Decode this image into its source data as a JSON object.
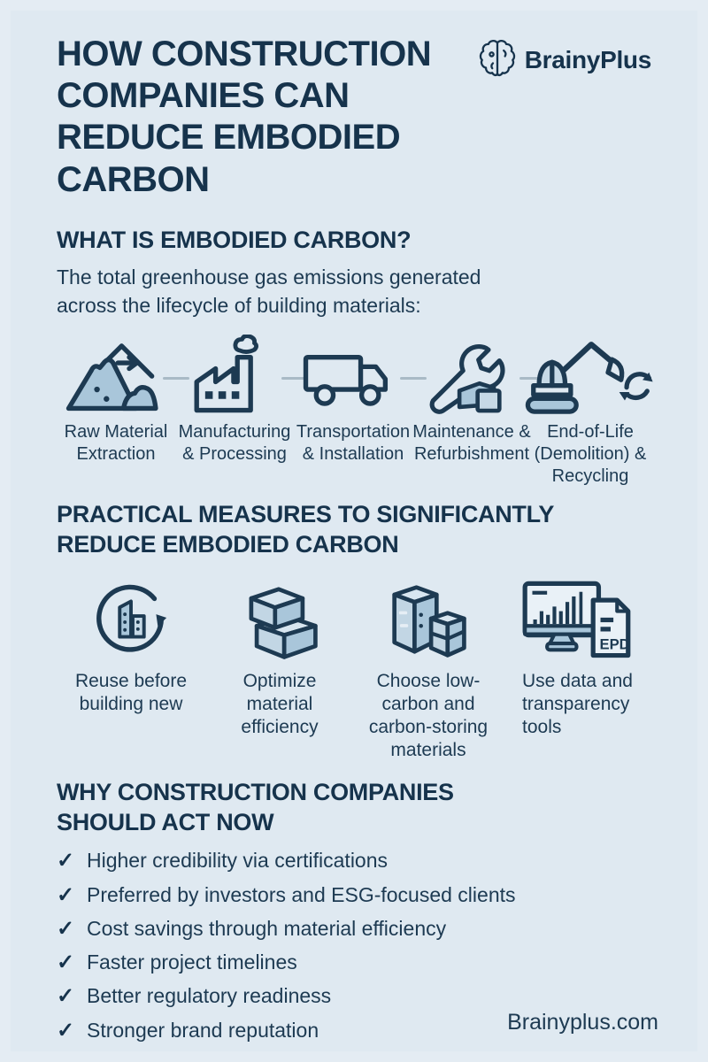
{
  "theme": {
    "background": "#dfe9f1",
    "navy": "#16334c",
    "icon_fill": "#a9c6da",
    "icon_fill_light": "#c6d9e6",
    "connector": "#a9bac6"
  },
  "header": {
    "title": "HOW CONSTRUCTION COMPANIES CAN REDUCE EMBODIED CARBON",
    "brand": "BrainyPlus",
    "brand_icon": "brain-icon"
  },
  "lifecycle_section": {
    "heading": "WHAT IS EMBODIED CARBON?",
    "description": "The total greenhouse gas emissions generated across the lifecycle of building materials:",
    "stages": [
      {
        "label": "Raw Material Extraction",
        "icon": "raw-material-extraction-icon"
      },
      {
        "label": "Manufacturing & Processing",
        "icon": "factory-icon"
      },
      {
        "label": "Transportation & Installation",
        "icon": "truck-icon"
      },
      {
        "label": "Maintenance & Refurbishment",
        "icon": "wrench-blocks-icon"
      },
      {
        "label": "End-of-Life (Demolition) & Recycling",
        "icon": "excavator-recycle-icon"
      }
    ]
  },
  "measures_section": {
    "heading": "PRACTICAL MEASURES TO SIGNIFICANTLY REDUCE EMBODIED CARBON",
    "items": [
      {
        "label": "Reuse before building new",
        "icon": "reuse-buildings-icon"
      },
      {
        "label": "Optimize material efficiency",
        "icon": "stacked-blocks-icon"
      },
      {
        "label": "Choose low-carbon and carbon-storing materials",
        "icon": "material-blocks-icon"
      },
      {
        "label": "Use data and transparency tools",
        "icon": "monitor-epd-icon",
        "icon_text": "EPD"
      }
    ]
  },
  "benefits_section": {
    "heading": "WHY CONSTRUCTION COMPANIES SHOULD ACT NOW",
    "check_glyph": "✓",
    "items": [
      "Higher credibility via certifications",
      "Preferred by investors and ESG-focused clients",
      "Cost savings through material efficiency",
      "Faster project timelines",
      "Better regulatory readiness",
      "Stronger brand reputation"
    ]
  },
  "footer": {
    "website": "Brainyplus.com"
  }
}
